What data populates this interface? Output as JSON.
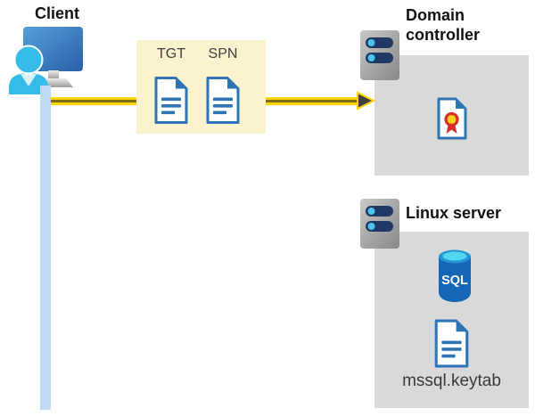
{
  "diagram": {
    "client": {
      "label": "Client"
    },
    "ticket_box": {
      "tgt_label": "TGT",
      "spn_label": "SPN"
    },
    "domain_controller": {
      "label": "Domain controller"
    },
    "linux_server": {
      "label": "Linux server"
    },
    "sql_database": {
      "label": "SQL"
    },
    "keytab_file": {
      "label": "mssql.keytab"
    }
  },
  "colors": {
    "highlight_box": "#FBF3CD",
    "node_box": "#D9D9D9",
    "arrow_yellow": "#FFD400",
    "arrow_core": "#7D6D08",
    "arrowhead": "#404040",
    "doc_blue": "#2E75B6",
    "timeline_blue": "#BFDBF3",
    "person_cyan": "#35BCE8",
    "server_slot": "#1F3864",
    "server_dot": "#4AC6EE",
    "cert_red": "#D93025",
    "cert_gold": "#FFD21E",
    "sql_body": "#1366B8",
    "sql_top": "#53D7F0"
  }
}
